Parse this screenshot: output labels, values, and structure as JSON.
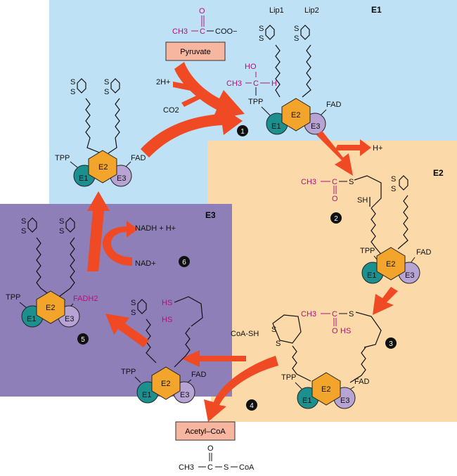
{
  "zones": {
    "e1": "E1",
    "e2": "E2",
    "e3": "E3"
  },
  "boxes": {
    "pyruvate": "Pyruvate",
    "acetyl_coa": "Acetyl–CoA"
  },
  "labels": {
    "tpp": "TPP",
    "fad": "FAD",
    "fadh2": "FADH2",
    "lip1": "Lip1",
    "lip2": "Lip2",
    "two_h_plus": "2H+",
    "co2": "CO2",
    "h_plus": "H+",
    "nad_plus": "NAD+",
    "nadh_plus_h": "NADH + H+",
    "coa_sh": "CoA-SH",
    "s": "S",
    "sh": "SH",
    "hs": "HS",
    "ho": "HO",
    "h": "H",
    "o": "O",
    "coo_minus": "COO−",
    "ch3": "CH3",
    "c": "C",
    "coa": "CoA"
  },
  "enzymes": {
    "e1": "E1",
    "e2": "E2",
    "e3": "E3"
  },
  "steps": [
    "1",
    "2",
    "3",
    "4",
    "5",
    "6"
  ],
  "colors": {
    "zone_e1": "#bfe1f5",
    "zone_e2": "#fbd9a8",
    "zone_e3": "#8e7fb8",
    "enzyme_e1": "#1c8f8f",
    "enzyme_e2": "#f2a52a",
    "enzyme_e3": "#b7a4d4",
    "arrow": "#ef4a23",
    "box": "#f6b6a0",
    "magenta": "#b0127a"
  }
}
